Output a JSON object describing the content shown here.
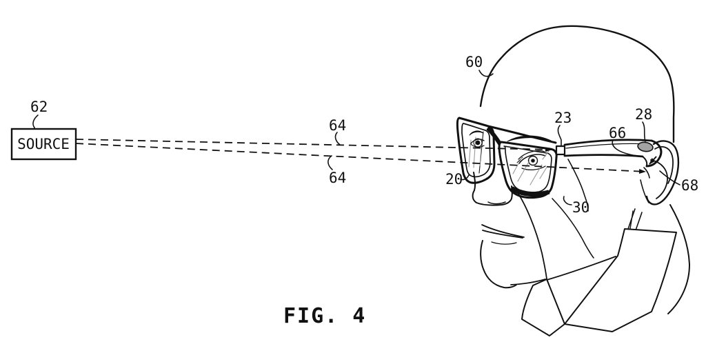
{
  "figure_caption": "FIG. 4",
  "source_box": {
    "label": "SOURCE"
  },
  "refs": {
    "source": "62",
    "ray_upper": "64",
    "ray_lower": "64",
    "head": "60",
    "front_sensor": "23",
    "temple_sensor": "28",
    "temple_tip": "66",
    "ear": "68",
    "left_lens": "20",
    "right_lens": "30"
  },
  "colors": {
    "line": "#111111",
    "background": "#ffffff",
    "sensor_fill": "#a3a3a3"
  }
}
